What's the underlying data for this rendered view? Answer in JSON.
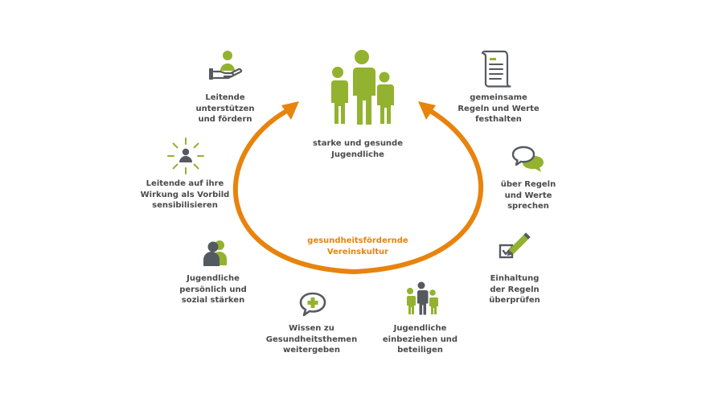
{
  "colors": {
    "green": "#93b22f",
    "dark": "#555a60",
    "orange": "#e8830c",
    "text": "#4a4a4a"
  },
  "center": {
    "icon": "family-icon",
    "label": "starke und gesunde\nJugendliche"
  },
  "cycle": {
    "label": "gesundheitsfördernde\nVereinskultur"
  },
  "items": [
    {
      "icon": "hand-support-icon",
      "label": "Leitende\nunterstützen\nund fördern"
    },
    {
      "icon": "shining-person-icon",
      "label": "Leitende auf ihre\nWirkung als Vorbild\nsensibilisieren"
    },
    {
      "icon": "two-people-icon",
      "label": "Jugendliche\npersönlich und\nsozial stärken"
    },
    {
      "icon": "health-speech-bubble-icon",
      "label": "Wissen zu\nGesundheitsthemen\nweitergeben"
    },
    {
      "icon": "group-icon",
      "label": "Jugendliche\neinbeziehen und\nbeteiligen"
    },
    {
      "icon": "checkbox-pen-icon",
      "label": "Einhaltung\nder Regeln\nüberprüfen"
    },
    {
      "icon": "speech-bubbles-icon",
      "label": "über Regeln\nund Werte\nsprechen"
    },
    {
      "icon": "document-scroll-icon",
      "label": "gemeinsame\nRegeln und Werte\nfesthalten"
    }
  ]
}
